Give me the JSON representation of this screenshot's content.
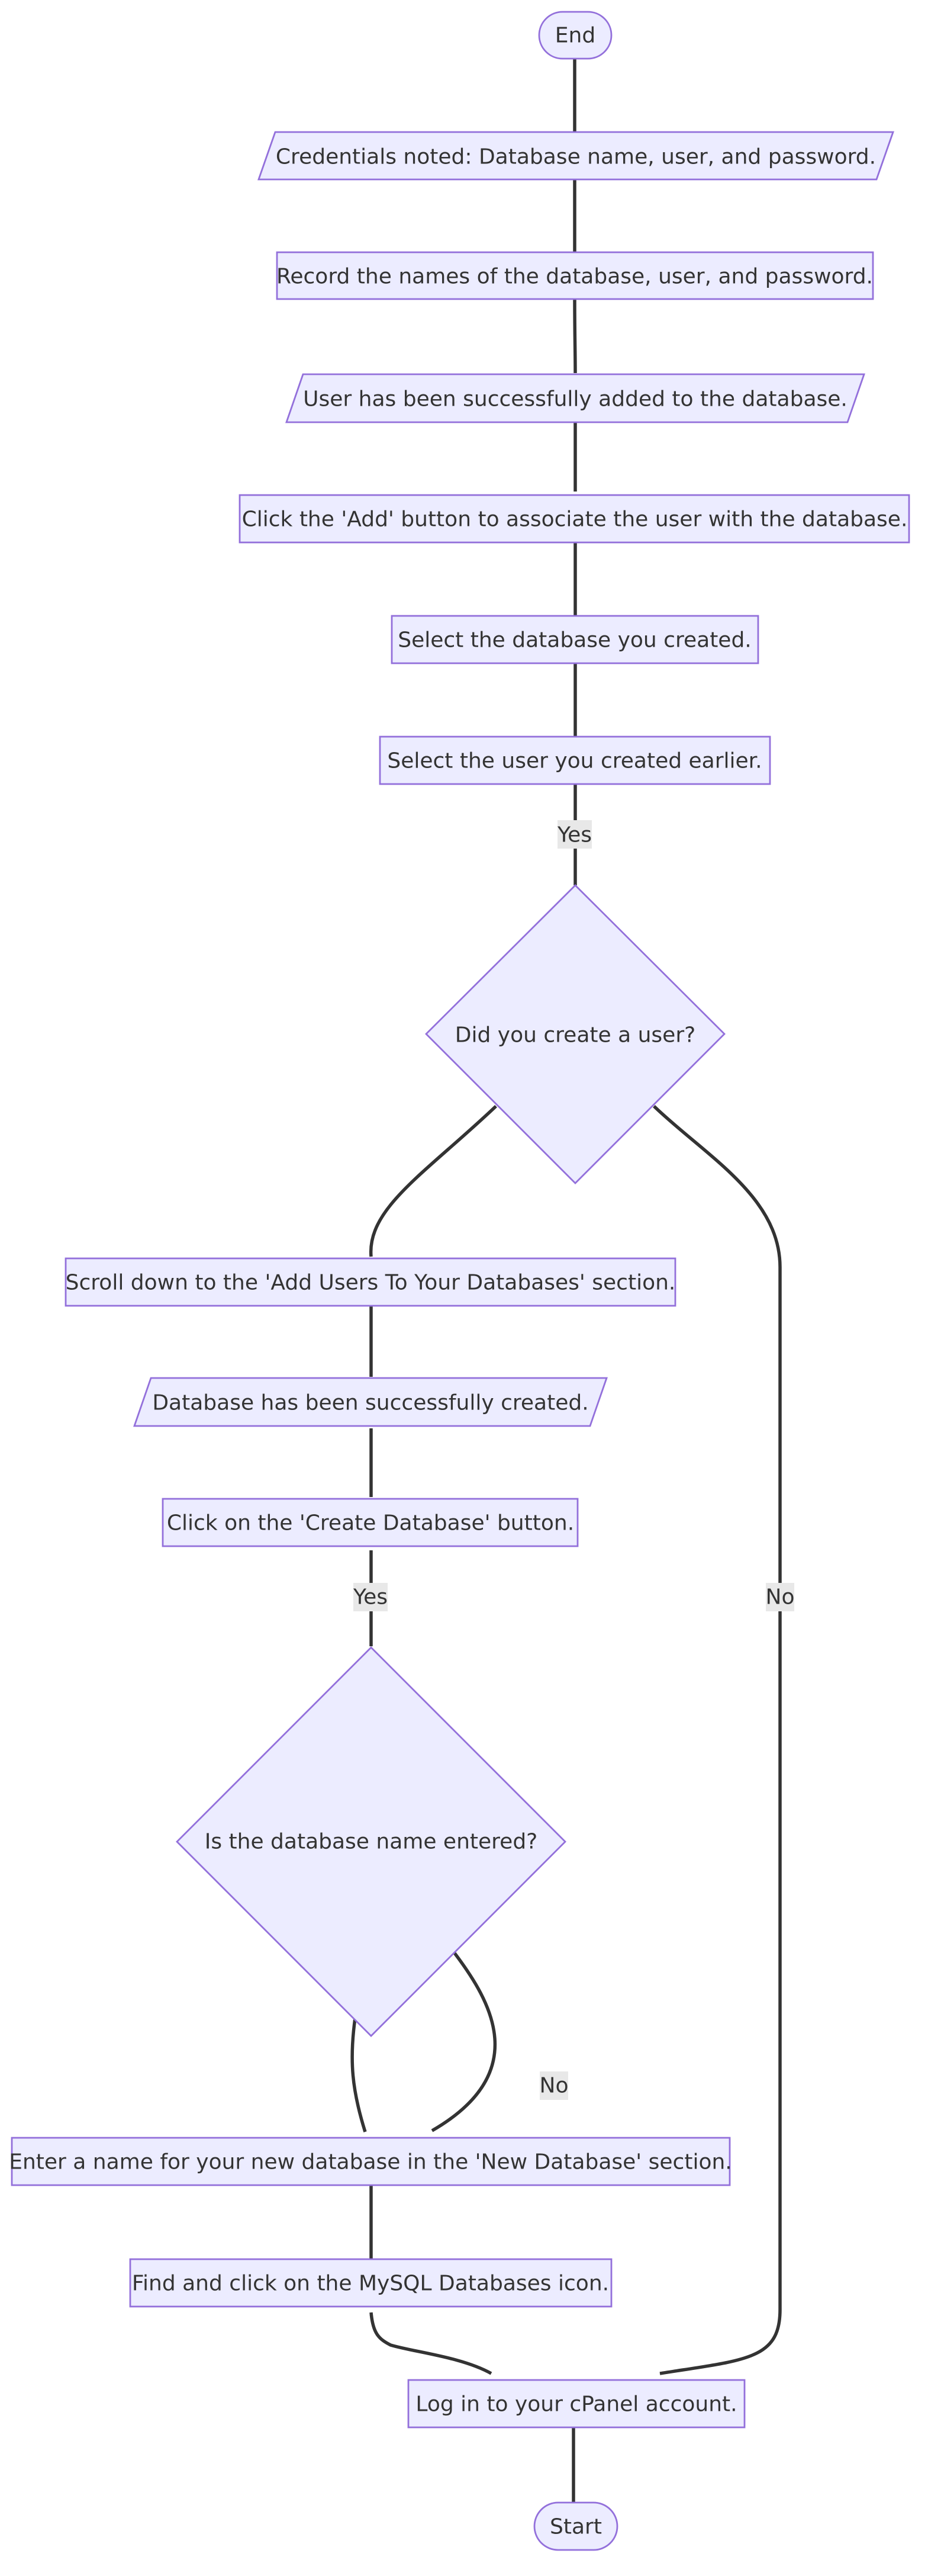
{
  "nodes": {
    "end": "End",
    "credentials": "Credentials noted: Database name, user, and password.",
    "record": "Record the names of the database, user, and password.",
    "user_added": "User has been successfully added to the database.",
    "click_add": "Click the 'Add' button to associate the user with the database.",
    "select_db": "Select the database you created.",
    "select_user": "Select the user you created earlier.",
    "did_create_user": "Did you create a user?",
    "scroll_down": "Scroll down to the 'Add Users To Your Databases' section.",
    "db_created": "Database has been successfully created.",
    "click_create": "Click on the 'Create Database' button.",
    "is_name_entered": "Is the database name entered?",
    "enter_name": "Enter a name for your new database in the 'New Database' section.",
    "find_mysql": "Find and click on the MySQL Databases icon.",
    "login": "Log in to your cPanel account.",
    "start": "Start"
  },
  "edge_labels": {
    "user_yes": "Yes",
    "user_no": "No",
    "name_yes": "Yes",
    "name_no": "No"
  },
  "colors": {
    "node_fill": "#ECECFF",
    "node_stroke": "#9370DB",
    "edge": "#333333",
    "edge_label_bg": "#E8E8E8",
    "text": "#333333"
  }
}
